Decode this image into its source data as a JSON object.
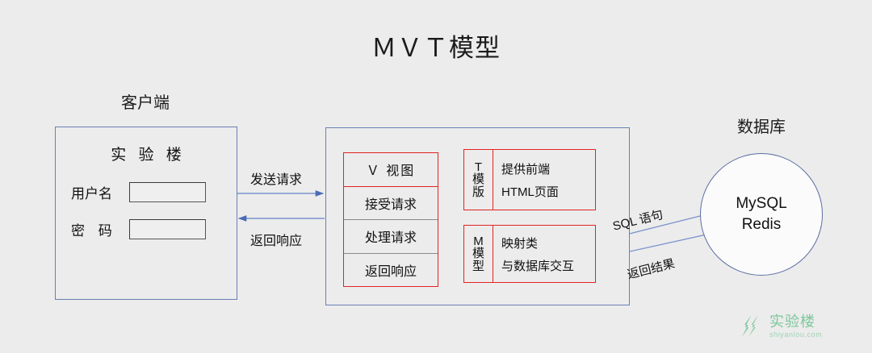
{
  "title": "ＭＶＴ模型",
  "colors": {
    "background": "#ececec",
    "blue_border": "#6a7fb5",
    "red_border": "#e32222",
    "arrow": "#5b78b8",
    "watermark_green": "#7cc79a"
  },
  "client": {
    "caption": "客户端",
    "panel_title": "实 验 楼",
    "fields": [
      {
        "label": "用户名",
        "value": "",
        "placeholder": ""
      },
      {
        "label": "密 码",
        "value": "",
        "placeholder": ""
      }
    ]
  },
  "flows": {
    "send_request": "发送请求",
    "return_response": "返回响应",
    "sql_statement": "SQL 语句",
    "return_result": "返回结果"
  },
  "server": {
    "view": {
      "rows": [
        "Ｖ 视图",
        "接受请求",
        "处理请求",
        "返回响应"
      ]
    },
    "template": {
      "key": [
        "T",
        "模",
        "版"
      ],
      "desc": [
        "提供前端",
        "HTML页面"
      ]
    },
    "model": {
      "key": [
        "M",
        "模",
        "型"
      ],
      "desc": [
        "映射类",
        "与数据库交互"
      ]
    }
  },
  "database": {
    "caption": "数据库",
    "items": [
      "MySQL",
      "Redis"
    ]
  },
  "watermark": {
    "name": "实验楼",
    "domain": "shiyanlou.com",
    "icon": "shiyanlou-leaf-icon"
  }
}
